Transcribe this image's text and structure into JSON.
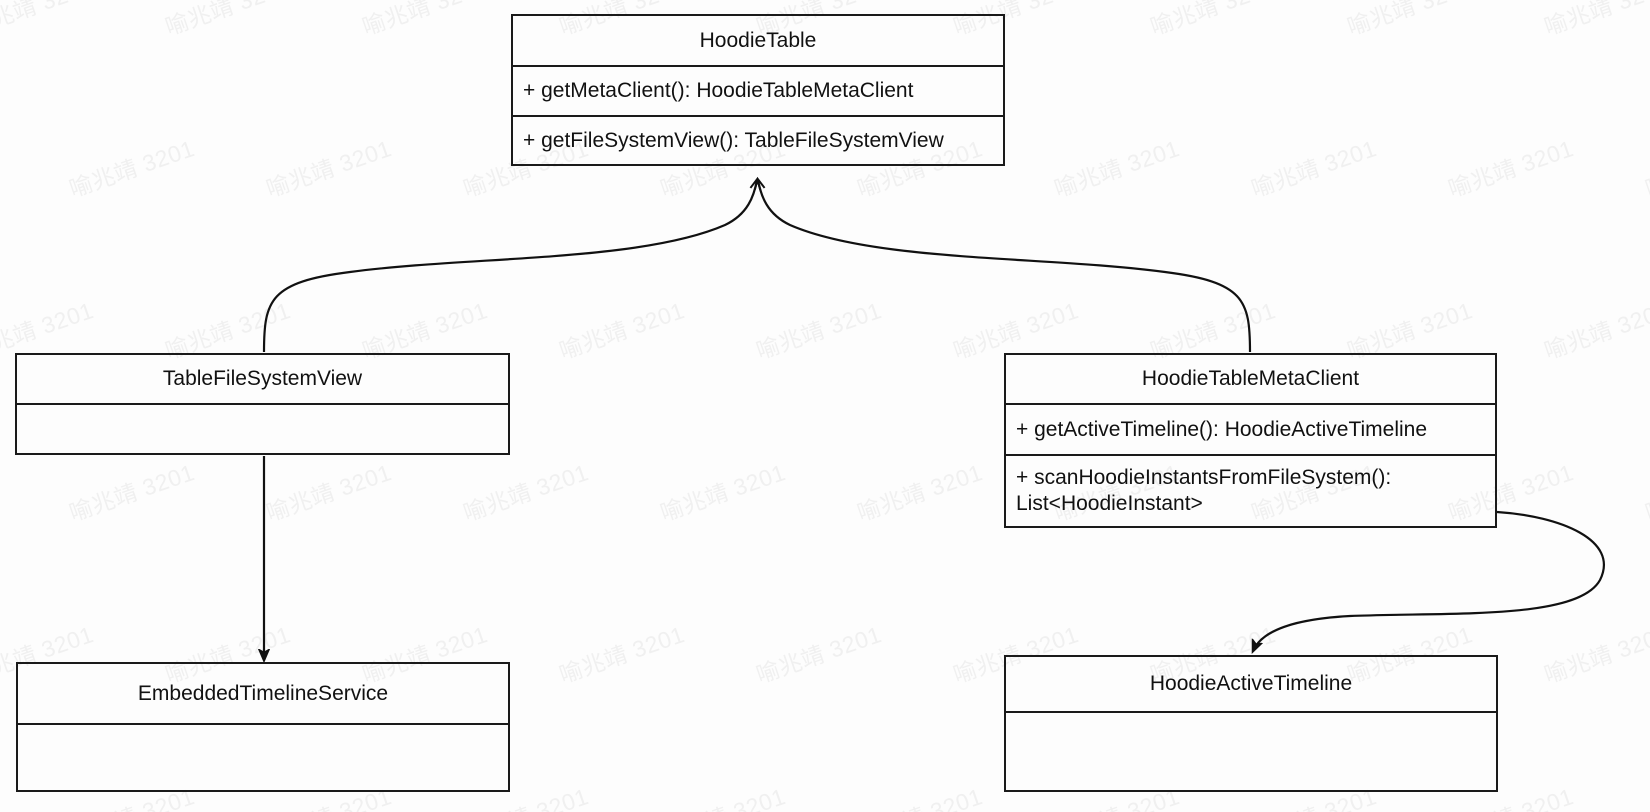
{
  "diagram": {
    "type": "uml-class-diagram",
    "background_color": "#fdfdfd",
    "line_color": "#1a1a1a",
    "text_color": "#111111"
  },
  "watermark": {
    "text": "喻兆靖 3201",
    "color": "#f0f0f0",
    "rotation_deg": -19
  },
  "classes": {
    "hoodie_table": {
      "name": "HoodieTable",
      "members": [
        "+ getMetaClient(): HoodieTableMetaClient",
        "+ getFileSystemView(): TableFileSystemView"
      ]
    },
    "table_file_system_view": {
      "name": "TableFileSystemView",
      "members": [
        ""
      ]
    },
    "hoodie_table_meta_client": {
      "name": "HoodieTableMetaClient",
      "members": [
        "+ getActiveTimeline(): HoodieActiveTimeline",
        "+ scanHoodieInstantsFromFileSystem():\nList<HoodieInstant>"
      ]
    },
    "embedded_timeline_service": {
      "name": "EmbeddedTimelineService",
      "members": [
        ""
      ]
    },
    "hoodie_active_timeline": {
      "name": "HoodieActiveTimeline",
      "members": [
        ""
      ]
    }
  },
  "relationships": [
    {
      "id": "tfsv-to-hoodietable",
      "from": "TableFileSystemView",
      "to": "HoodieTable",
      "style": "curved",
      "arrow": "open-arrow-at-target"
    },
    {
      "id": "htmc-to-hoodietable",
      "from": "HoodieTableMetaClient",
      "to": "HoodieTable",
      "style": "curved",
      "arrow": "open-arrow-at-target"
    },
    {
      "id": "tfsv-to-ets",
      "from": "TableFileSystemView",
      "to": "EmbeddedTimelineService",
      "style": "straight",
      "arrow": "solid-arrow-at-target"
    },
    {
      "id": "htmc-to-hat",
      "from": "HoodieTableMetaClient",
      "to": "HoodieActiveTimeline",
      "style": "curved",
      "arrow": "solid-arrow-at-target"
    }
  ]
}
